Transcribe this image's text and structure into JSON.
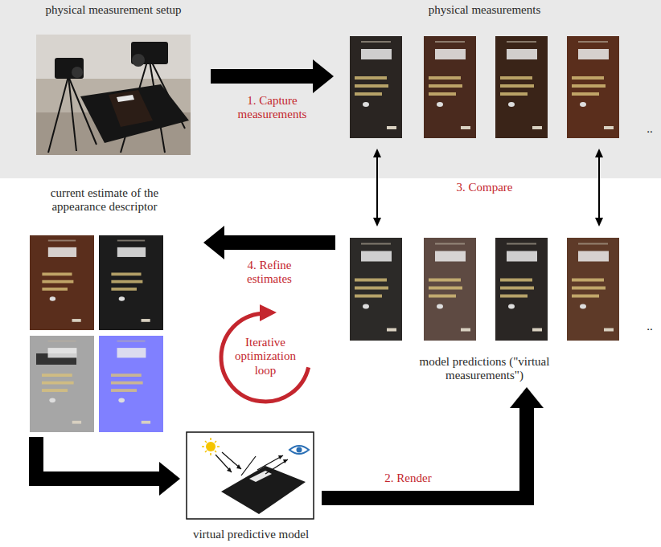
{
  "diagram": {
    "nodes": [
      {
        "text": [
          "physical measurement setup"
        ]
      },
      {
        "text": [
          "physical measurements"
        ]
      },
      {
        "text": [
          "current estimate of the appearance descriptor"
        ]
      },
      {
        "text": [
          "model predictions (\"virtual measurements\")"
        ]
      },
      {
        "text": [
          "virtual predictive model"
        ]
      }
    ],
    "edges": [
      {
        "from": 0,
        "to": 1,
        "arrow": "to",
        "label": "1. Capture measurements"
      },
      {
        "from": 2,
        "to": 4,
        "arrow": "to"
      },
      {
        "from": 4,
        "to": 3,
        "arrow": "to",
        "label": "2. Render"
      },
      {
        "from": 1,
        "to": 3,
        "arrow": "both",
        "label": "3. Compare"
      },
      {
        "from": 1,
        "to": 3,
        "arrow": "both"
      },
      {
        "from": 3,
        "to": 2,
        "arrow": "to",
        "label": "4. Refine estimates"
      }
    ],
    "labels": [
      "Iterative optimization loop",
      "..",
      ".."
    ]
  }
}
